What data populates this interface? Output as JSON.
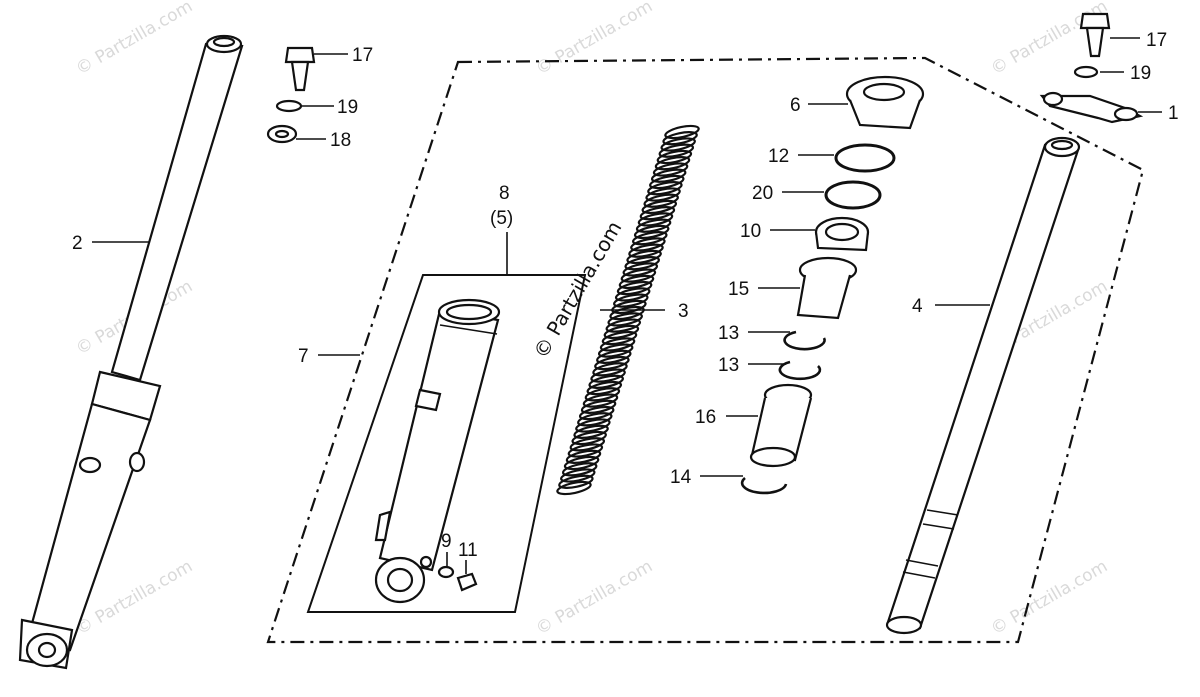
{
  "watermark": "© Partzilla.com",
  "labels": {
    "p1": "1",
    "p2": "2",
    "p3": "3",
    "p4": "4",
    "p6": "6",
    "p7": "7",
    "p8": "8",
    "p5": "(5)",
    "p9": "9",
    "p10": "10",
    "p11": "11",
    "p12": "12",
    "p13a": "13",
    "p13b": "13",
    "p14": "14",
    "p15": "15",
    "p16": "16",
    "p17a": "17",
    "p17b": "17",
    "p18": "18",
    "p19a": "19",
    "p19b": "19",
    "p20": "20"
  }
}
